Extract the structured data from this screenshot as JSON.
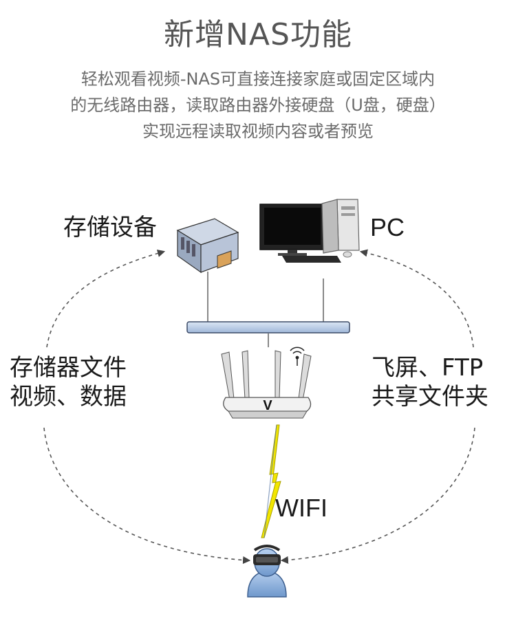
{
  "header": {
    "title": "新增NAS功能",
    "description_lines": [
      "轻松观看视频-NAS可直接连接家庭或固定区域内",
      "的无线路由器，读取路由器外接硬盘（U盘，硬盘）",
      "实现远程读取视频内容或者预览"
    ]
  },
  "diagram": {
    "storage_label": "存储设备",
    "pc_label": "PC",
    "left_caption_lines": [
      "存储器文件",
      "视频、数据"
    ],
    "right_caption_lines": [
      "飞屏、FTP",
      "共享文件夹"
    ],
    "wifi_label": "WIFI",
    "router_logo": "V"
  },
  "colors": {
    "title": "#555555",
    "description": "#6b6b6b",
    "bus_bar": "#b9cce6",
    "wifi_bolt": "#f2e600",
    "user": "#8fb4e0"
  }
}
